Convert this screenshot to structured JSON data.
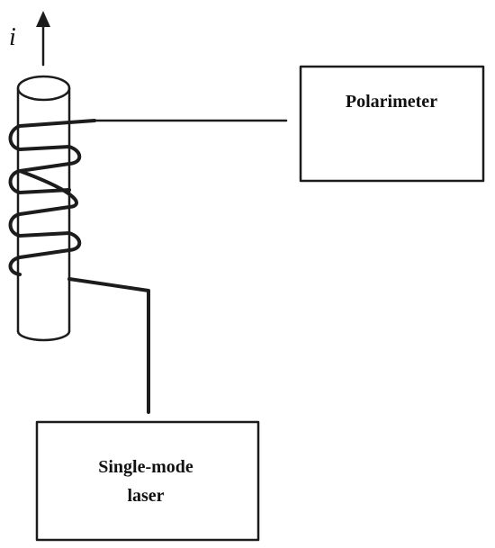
{
  "diagram": {
    "current_label": "i",
    "polarimeter_label": "Polarimeter",
    "laser_label_line1": "Single-mode",
    "laser_label_line2": "laser"
  },
  "colors": {
    "ink": "#1c1c1c",
    "background": "#ffffff"
  }
}
